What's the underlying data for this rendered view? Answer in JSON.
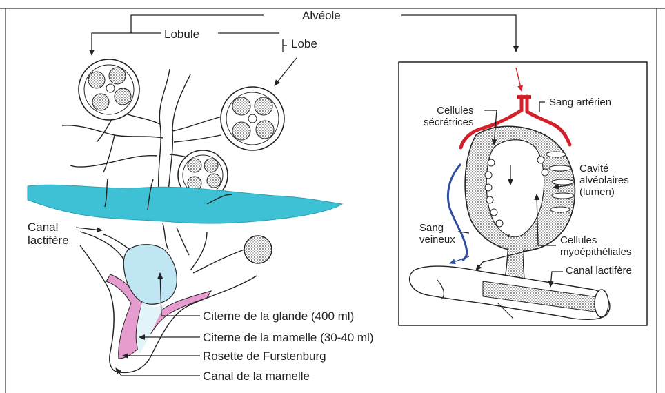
{
  "labels": {
    "alveole": "Alvéole",
    "lobule": "Lobule",
    "lobe": "Lobe",
    "canal_lactifere_left": "Canal\nlactifère",
    "citerne_glande": "Citerne de la glande (400 ml)",
    "citerne_mamelle": "Citerne de la mamelle (30-40 ml)",
    "rosette": "Rosette de Furstenburg",
    "canal_mamelle": "Canal de la mamelle",
    "cellules_secretrices": "Cellules\nsécrétrices",
    "sang_arteriel": "Sang artérien",
    "cavite": "Cavité\nalvéolaires\n(lumen)",
    "sang_veineux": "Sang\nveineux",
    "cellules_myo": "Cellules\nmyoépithéliales",
    "canal_lactifere_right": "Canal lactifère"
  },
  "colors": {
    "outline": "#222222",
    "water_band": "#3ec1d5",
    "cistern_pink": "#e79ccf",
    "cistern_blue": "#bfe6f2",
    "artery_red": "#d4202a",
    "vein_blue": "#2f4fa0",
    "texture": "#555555"
  }
}
